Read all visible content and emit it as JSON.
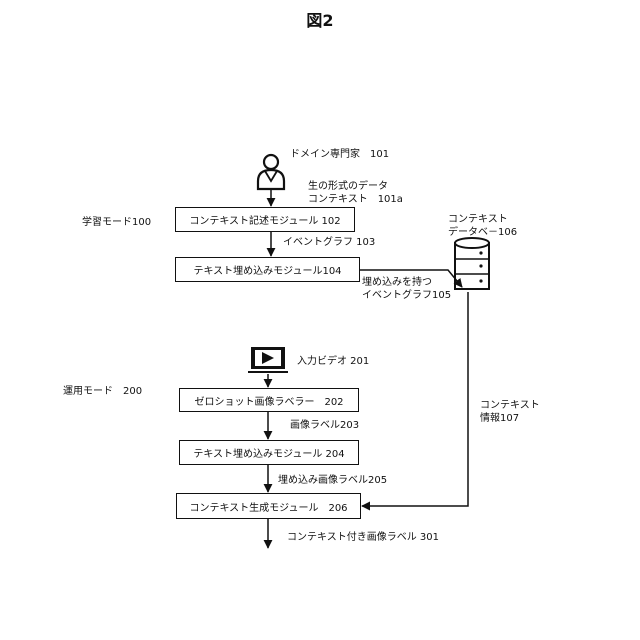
{
  "title": "図2",
  "learning_mode": {
    "label": "学習モード100",
    "expert": "ドメイン専門家　101",
    "raw_data_line1": "生の形式のデータ",
    "raw_data_line2": "コンテキスト　101a",
    "box_context_description": "コンテキスト記述モジュール 102",
    "event_graph": "イベントグラフ 103",
    "box_text_embedding": "テキスト埋め込みモジュール104",
    "embedded_graph_line1": "埋め込みを持つ",
    "embedded_graph_line2": "イベントグラフ105"
  },
  "database": {
    "label_line1": "コンテキスト",
    "label_line2": "データベ－106"
  },
  "context_info": {
    "line1": "コンテキスト",
    "line2": "情報107"
  },
  "operation_mode": {
    "label": "運用モード　200",
    "input_video": "入力ビデオ 201",
    "box_zero_shot": "ゼロショット画像ラベラー　202",
    "image_label": "画像ラベル203",
    "box_text_embedding": "テキスト埋め込みモジュール 204",
    "embedded_image_label": "埋め込み画像ラベル205",
    "box_context_generation": "コンテキスト生成モジュール　206",
    "output_label": "コンテキスト付き画像ラベル 301"
  }
}
